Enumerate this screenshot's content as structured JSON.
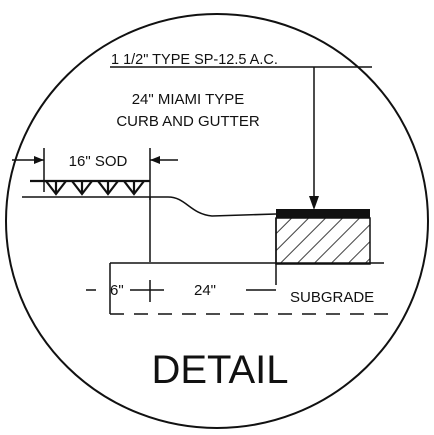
{
  "callout": {
    "ac_layer": "1 1/2\" TYPE SP-12.5 A.C.",
    "curb_line1": "24\" MIAMI TYPE",
    "curb_line2": "CURB AND GUTTER",
    "sod": "16\" SOD"
  },
  "dimensions": {
    "left": "6\"",
    "gutter": "24\"",
    "subgrade": "SUBGRADE"
  },
  "title": "DETAIL"
}
